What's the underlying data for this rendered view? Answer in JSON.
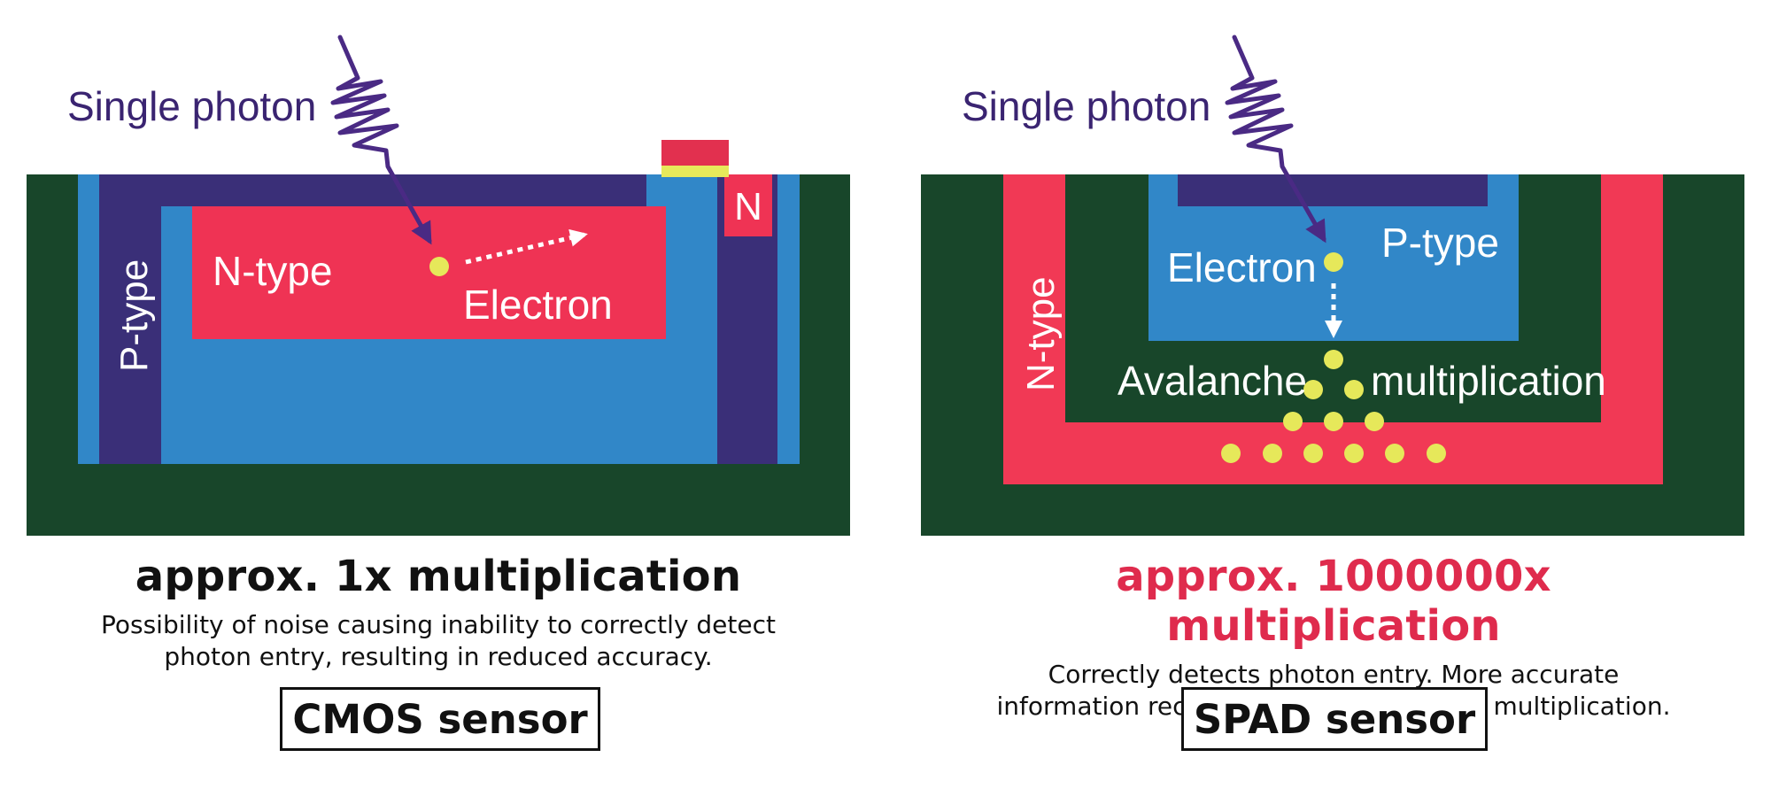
{
  "colors": {
    "substrate": "#18462a",
    "p_type": "#3187c8",
    "isolation": "#3a2f78",
    "n_type": "#ef3354",
    "electron": "#e6e85a",
    "photon": "#4a2a84",
    "highlight_title": "#df2b4d",
    "contact_yellow": "#e7e95a"
  },
  "cmos": {
    "photon_label": "Single photon",
    "p_type_label": "P-type",
    "n_type_label": "N-type",
    "electron_label": "Electron",
    "n_label": "N",
    "title": "approx. 1x multiplication",
    "description": "Possibility of noise causing inability to correctly detect photon entry, resulting in reduced accuracy.",
    "sensor_name": "CMOS sensor"
  },
  "spad": {
    "photon_label": "Single photon",
    "p_type_label": "P-type",
    "n_type_label": "N-type",
    "electron_label": "Electron",
    "avalanche_label": "Avalanche",
    "multiplication_label": "multiplication",
    "title": "approx. 1000000x multiplication",
    "description": "Correctly detects photon entry. More accurate information received per photon due to multiplication.",
    "sensor_name": "SPAD sensor"
  },
  "icons": {
    "photon": "photon-wave-icon",
    "electron": "electron-dot-icon",
    "motion_arrow": "dotted-arrow-icon"
  }
}
